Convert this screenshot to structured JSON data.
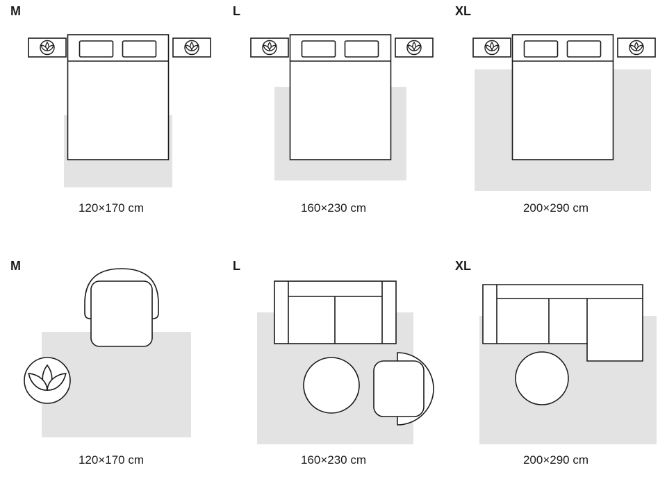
{
  "colors": {
    "background": "#ffffff",
    "line": "#1a1a1a",
    "rug_fill": "#e3e3e3"
  },
  "rows": [
    {
      "name": "bedroom-sizes",
      "panels": [
        {
          "size_label": "M",
          "dimensions": "120×170 cm",
          "scene": "bed-with-small-rug"
        },
        {
          "size_label": "L",
          "dimensions": "160×230 cm",
          "scene": "bed-with-medium-rug"
        },
        {
          "size_label": "XL",
          "dimensions": "200×290 cm",
          "scene": "bed-with-large-rug"
        }
      ]
    },
    {
      "name": "living-room-sizes",
      "panels": [
        {
          "size_label": "M",
          "dimensions": "120×170 cm",
          "scene": "armchair-plant-rug"
        },
        {
          "size_label": "L",
          "dimensions": "160×230 cm",
          "scene": "sofa-table-armchair-rug"
        },
        {
          "size_label": "XL",
          "dimensions": "200×290 cm",
          "scene": "corner-sofa-table-rug"
        }
      ]
    }
  ]
}
